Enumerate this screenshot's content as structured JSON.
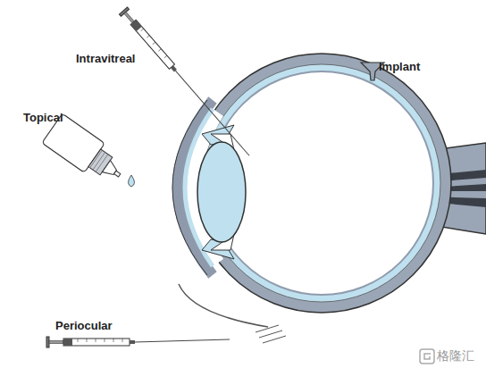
{
  "diagram": {
    "labels": [
      "Intravitreal",
      "Implant",
      "Topical",
      "Periocular",
      "格隆汇"
    ]
  }
}
